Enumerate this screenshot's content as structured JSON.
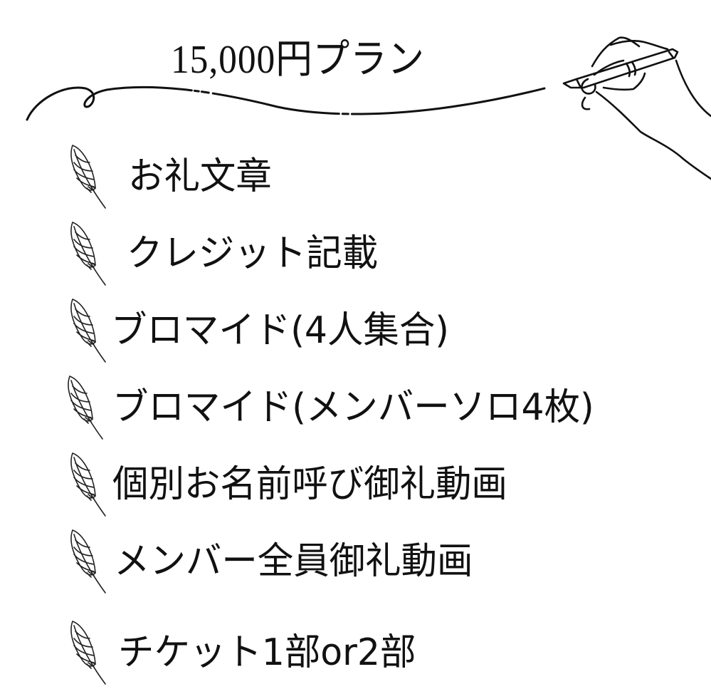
{
  "header": {
    "title": "15,000円プラン",
    "decoration": {
      "swoosh": "swoosh-line",
      "hand": "hand-holding-pen-icon"
    }
  },
  "benefits": {
    "icon": "feather-icon",
    "text_color": "#111111",
    "items": [
      {
        "label": "お礼文章"
      },
      {
        "label": "クレジット記載"
      },
      {
        "label": "ブロマイド(4人集合)"
      },
      {
        "label": "ブロマイド(メンバーソロ4枚)"
      },
      {
        "label": "個別お名前呼び御礼動画"
      },
      {
        "label": "メンバー全員御礼動画"
      },
      {
        "label": "チケット1部or2部"
      }
    ]
  },
  "colors": {
    "background": "#ffffff",
    "ink": "#111111"
  }
}
